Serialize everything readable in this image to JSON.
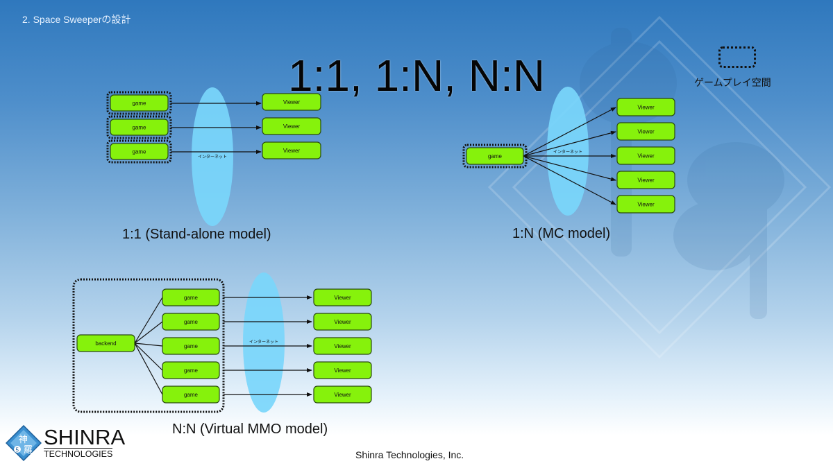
{
  "header": {
    "section_title": "2. Space Sweeperの設計",
    "main_title": "1:1, 1:N, N:N"
  },
  "legend": {
    "label": "ゲームプレイ空間"
  },
  "diagrams": {
    "one_to_one": {
      "caption": "1:1 (Stand-alone model)",
      "sources": [
        "game",
        "game",
        "game"
      ],
      "targets": [
        "Viewer",
        "Viewer",
        "Viewer"
      ],
      "network_label": "インターネット"
    },
    "one_to_n": {
      "caption": "1:N (MC model)",
      "source": "game",
      "targets": [
        "Viewer",
        "Viewer",
        "Viewer",
        "Viewer",
        "Viewer"
      ],
      "network_label": "インターネット"
    },
    "n_to_n": {
      "caption": "N:N (Virtual MMO model)",
      "backend": "backend",
      "sources": [
        "game",
        "game",
        "game",
        "game",
        "game"
      ],
      "targets": [
        "Viewer",
        "Viewer",
        "Viewer",
        "Viewer",
        "Viewer"
      ],
      "network_label": "インターネット"
    }
  },
  "footer": {
    "company": "Shinra Technologies, Inc.",
    "logo_name": "SHINRA",
    "logo_sub": "TECHNOLOGIES"
  },
  "colors": {
    "node_fill": "#86f20c",
    "node_stroke": "#2a4a10",
    "ellipse_fill": "#79d6fb",
    "background_top": "#2f78bd"
  }
}
